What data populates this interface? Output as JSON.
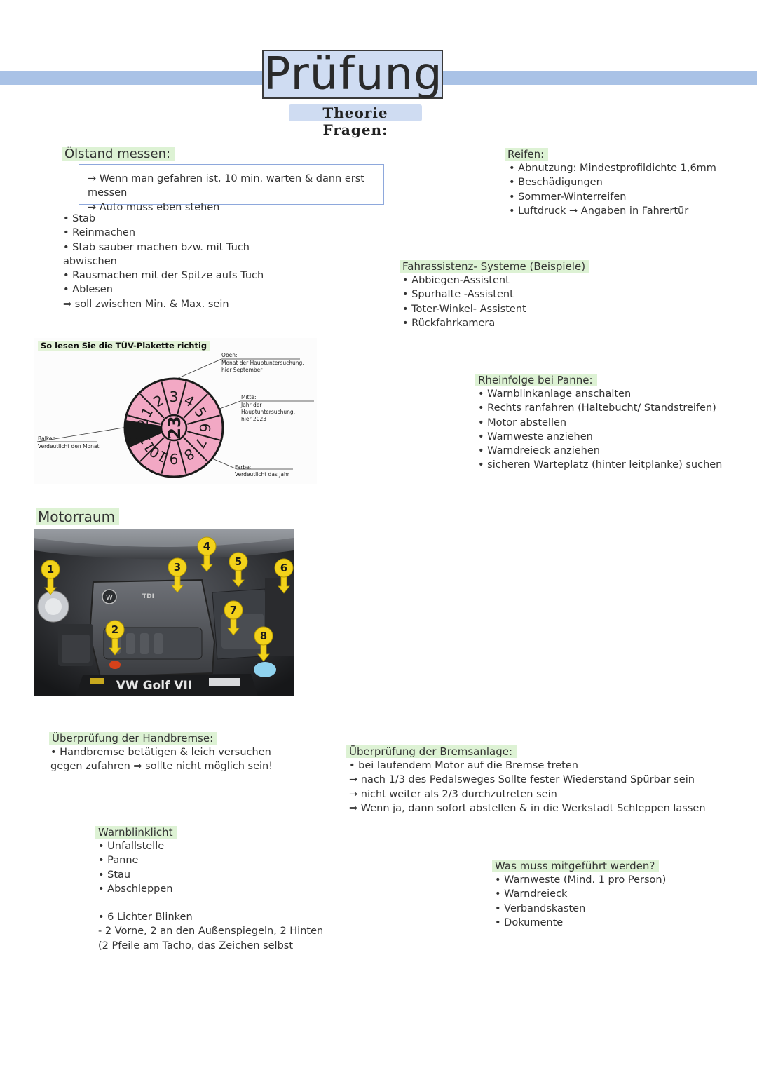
{
  "header": {
    "title": "Prüfung",
    "subtitle": "Theorie Fragen:"
  },
  "oelstand": {
    "heading": "Ölstand messen:",
    "notes": [
      "→ Wenn man gefahren ist, 10 min. warten & dann erst messen",
      "→ Auto muss eben stehen"
    ],
    "steps": [
      "• Stab",
      "• Reinmachen",
      "• Stab sauber machen bzw. mit Tuch",
      "abwischen",
      "• Rausmachen mit der Spitze aufs Tuch",
      "• Ablesen",
      " ⇒ soll zwischen Min. & Max. sein"
    ]
  },
  "reifen": {
    "heading": "Reifen:",
    "items": [
      "• Abnutzung: Mindestprofildichte 1,6mm",
      "• Beschädigungen",
      "• Sommer-Winterreifen",
      "• Luftdruck → Angaben in Fahrertür"
    ]
  },
  "fahrassistenz": {
    "heading": "Fahrassistenz- Systeme (Beispiele)",
    "items": [
      "• Abbiegen-Assistent",
      "• Spurhalte -Assistent",
      "• Toter-Winkel- Assistent",
      "• Rückfahrkamera"
    ]
  },
  "tuv": {
    "title": "So lesen Sie die TÜV-Plakette richtig",
    "oben_label": "Oben:",
    "oben_text": [
      "Monat der Hauptuntersuchung,",
      "hier September"
    ],
    "mitte_label": "Mitte:",
    "mitte_text": [
      "Jahr der Hauptuntersuchung,",
      "hier 2023"
    ],
    "balken_label": "Balken:",
    "balken_text": "Verdeutlicht den Monat",
    "farbe_label": "Farbe:",
    "farbe_text": "Verdeutlicht das Jahr",
    "year": "23",
    "months": [
      "1",
      "2",
      "3",
      "4",
      "5",
      "6",
      "7",
      "8",
      "9",
      "10",
      "11",
      "12"
    ]
  },
  "rheinfolge": {
    "heading": "Rheinfolge bei Panne:",
    "items": [
      "• Warnblinkanlage anschalten",
      "• Rechts ranfahren (Haltebucht/ Standstreifen)",
      "• Motor abstellen",
      "• Warnweste anziehen",
      "• Warndreieck anziehen",
      "• sicheren Warteplatz (hinter leitplanke) suchen"
    ]
  },
  "motorraum": {
    "heading": "Motorraum",
    "caption": "VW Golf VII",
    "engine_label": "TDI",
    "pins": [
      "1",
      "2",
      "3",
      "4",
      "5",
      "6",
      "7",
      "8"
    ]
  },
  "handbremse": {
    "heading": "Überprüfung der Handbremse:",
    "lines": [
      "• Handbremse betätigen & leich versuchen",
      "gegen zufahren ⇒ sollte nicht möglich sein!"
    ]
  },
  "bremsanlage": {
    "heading": "Überprüfung der Bremsanlage:",
    "lines": [
      "• bei laufendem Motor auf die Bremse treten",
      "→ nach 1/3 des Pedalsweges Sollte fester Wiederstand Spürbar sein",
      "→ nicht weiter als 2/3 durchzutreten sein",
      "⇒ Wenn ja, dann sofort abstellen & in die Werkstadt Schleppen lassen"
    ]
  },
  "warnblinklicht": {
    "heading": "Warnblinklicht",
    "items": [
      "• Unfallstelle",
      "• Panne",
      "• Stau",
      "• Abschleppen"
    ],
    "extra": [
      "• 6 Lichter Blinken",
      "- 2 Vorne, 2 an den Außenspiegeln, 2 Hinten",
      "(2 Pfeile am Tacho, das Zeichen selbst"
    ]
  },
  "mitfuehren": {
    "heading": "Was muss mitgeführt werden?",
    "items": [
      "• Warnweste (Mind. 1 pro Person)",
      "• Warndreieck",
      "• Verbandskasten",
      "• Dokumente"
    ]
  },
  "colors": {
    "band": "#a9c2e6",
    "title_bg": "#cfdcf2",
    "highlight": "#ddf2d4",
    "sticker": "#f2a8c4"
  }
}
